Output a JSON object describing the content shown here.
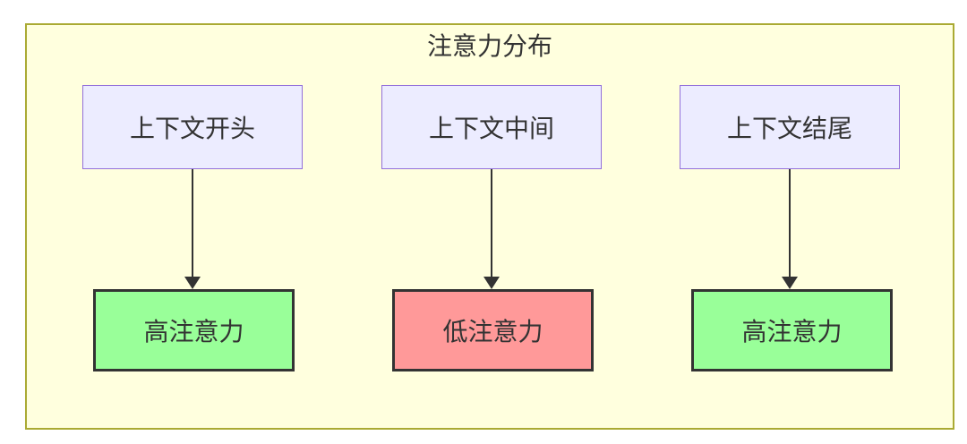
{
  "diagram": {
    "title": "注意力分布",
    "columns": [
      {
        "source": "上下文开头",
        "target": "高注意力",
        "target_level": "high"
      },
      {
        "source": "上下文中间",
        "target": "低注意力",
        "target_level": "low"
      },
      {
        "source": "上下文结尾",
        "target": "高注意力",
        "target_level": "high"
      }
    ],
    "colors": {
      "container_fill": "#FFFFDE",
      "container_border": "#AAAA33",
      "source_fill": "#ECECFF",
      "source_border": "#9370DB",
      "high_fill": "#99FF99",
      "low_fill": "#FF9999",
      "node_border_dark": "#333333",
      "arrow": "#333333",
      "text": "#333333"
    }
  }
}
